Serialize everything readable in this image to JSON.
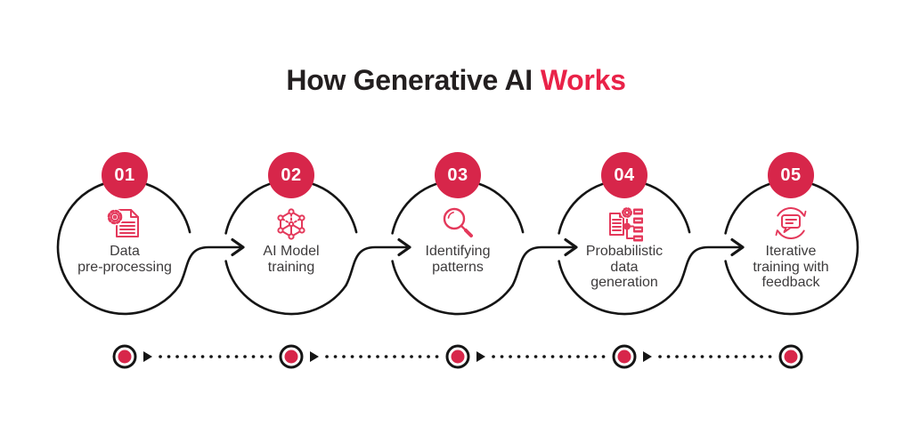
{
  "title": {
    "prefix": "How Generative AI",
    "highlight": "Works"
  },
  "colors": {
    "accent_red": "#e92248",
    "badge_red": "#d7264a",
    "icon_red": "#e4395b",
    "line_black": "#151515",
    "text_dark": "#3d3b3c",
    "title_dark": "#231f20",
    "background": "#ffffff"
  },
  "steps": [
    {
      "number": "01",
      "label": "Data\npre-processing",
      "icon": "document-gear"
    },
    {
      "number": "02",
      "label": "AI Model\ntraining",
      "icon": "cube-network"
    },
    {
      "number": "03",
      "label": "Identifying\npatterns",
      "icon": "magnifier"
    },
    {
      "number": "04",
      "label": "Probabilistic\ndata\ngeneration",
      "icon": "documents-gear"
    },
    {
      "number": "05",
      "label": "Iterative\ntraining with\nfeedback",
      "icon": "feedback-loop"
    }
  ],
  "timeline": {
    "marker_count": 5
  }
}
